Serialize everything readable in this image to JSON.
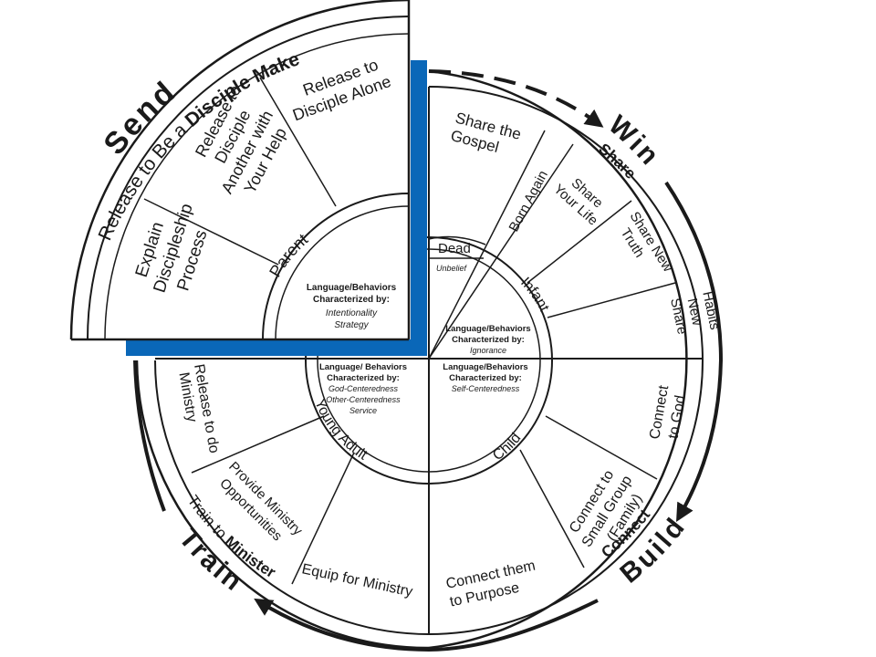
{
  "outer_ring": {
    "send": "Send",
    "win": "Win",
    "build": "Build",
    "train": "Train"
  },
  "band": {
    "share": "Share",
    "connect": "Connect",
    "train_to": "Train to",
    "minister": "Minister",
    "release_prefix": "Release to Be a",
    "disciple_maker": "Disciple Maker"
  },
  "stages": {
    "dead": "Dead",
    "infant": "Infant",
    "child": "Child",
    "young_adult": "Young Adult",
    "parent": "Parent"
  },
  "share_q": {
    "gospel": [
      "Share the",
      "Gospel"
    ],
    "born_again": "Born Again",
    "your_life": [
      "Share",
      "Your Life"
    ],
    "new_truth": [
      "Share New",
      "Truth"
    ],
    "new_habits": [
      "Share",
      "New",
      "Habits"
    ],
    "dead_note": "Unbelief",
    "infant_title": [
      "Language/Behaviors",
      "Characterized by:"
    ],
    "infant_note": "Ignorance"
  },
  "connect_q": {
    "god": [
      "Connect",
      "to God"
    ],
    "small_group": [
      "Connect to",
      "Small Group",
      "(Family)"
    ],
    "purpose": [
      "Connect them",
      "to Purpose"
    ],
    "title": [
      "Language/Behaviors",
      "Characterized by:"
    ],
    "note": "Self-Centeredness"
  },
  "train_q": {
    "equip": "Equip for Ministry",
    "provide": [
      "Provide Ministry",
      "Opportunities"
    ],
    "release_ministry": [
      "Release to do",
      "Ministry"
    ],
    "title": [
      "Language/ Behaviors",
      "Characterized by:"
    ],
    "notes": [
      "God-Centeredness",
      "Other-Centeredness",
      "Service"
    ]
  },
  "send_q": {
    "explain": [
      "Explain",
      "Discipleship",
      "Process"
    ],
    "release_help": [
      "Release to",
      "Disciple",
      "Another with",
      "Your Help"
    ],
    "release_alone": [
      "Release to",
      "Disciple Alone"
    ],
    "title": [
      "Language/Behaviors",
      "Characterized by:"
    ],
    "notes": [
      "Intentionality",
      "Strategy"
    ]
  },
  "colors": {
    "highlight_blue": "#0a67b8",
    "ink": "#1a1a1a"
  }
}
